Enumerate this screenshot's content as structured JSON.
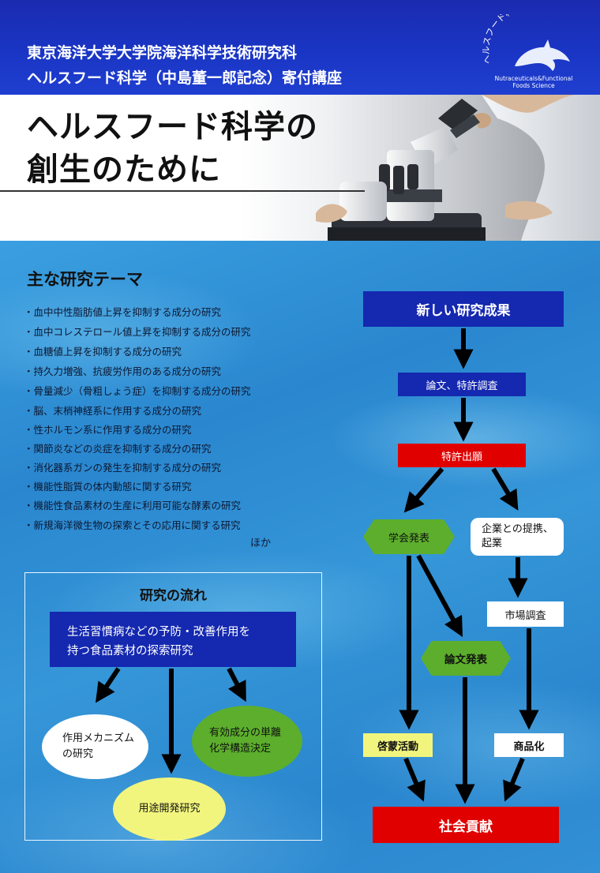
{
  "header": {
    "line1": "東京海洋大学大学院海洋科学技術研究科",
    "line2": "ヘルスフード科学（中島董一郎記念）寄付講座"
  },
  "logo": {
    "arc_text": "ヘルスフード科学講座",
    "en_line1": "Nutraceuticals&Functional",
    "en_line2": "Foods Science",
    "icon": "dolphin-icon"
  },
  "title": {
    "line1": "ヘルスフード科学の",
    "line2": "創生のために"
  },
  "themes": {
    "heading": "主な研究テーマ",
    "items": [
      "・血中中性脂肪値上昇を抑制する成分の研究",
      "・血中コレステロール値上昇を抑制する成分の研究",
      "・血糖値上昇を抑制する成分の研究",
      "・持久力増強、抗疲労作用のある成分の研究",
      "・骨量減少（骨粗しょう症）を抑制する成分の研究",
      "・脳、末梢神経系に作用する成分の研究",
      "・性ホルモン系に作用する成分の研究",
      "・関節炎などの炎症を抑制する成分の研究",
      "・消化器系ガンの発生を抑制する成分の研究",
      "・機能性脂質の体内動態に関する研究",
      "・機能性食品素材の生産に利用可能な酵素の研究",
      "・新規海洋微生物の探索とその応用に関する研究"
    ],
    "etc": "ほか"
  },
  "flow": {
    "heading": "研究の流れ",
    "main_line1": "生活習慣病などの予防・改善作用を",
    "main_line2": "持つ食品素材の探索研究",
    "mechanism_line1": "作用メカニズム",
    "mechanism_line2": "の研究",
    "isolation_line1": "有効成分の単離",
    "isolation_line2": "化学構造決定",
    "application": "用途開発研究"
  },
  "chart": {
    "new_results": "新しい研究成果",
    "papers_patent": "論文、特許調査",
    "patent_filing": "特許出願",
    "conference": "学会発表",
    "industry_line1": "企業との提携、",
    "industry_line2": "起業",
    "market": "市場調査",
    "paper_pub": "論文発表",
    "outreach": "啓蒙活動",
    "product": "商品化",
    "society": "社会貢献"
  },
  "colors": {
    "navy": "#1428b0",
    "red": "#e00000",
    "green": "#5cae2c",
    "yellow": "#f2f57d",
    "water": "#2a87cf"
  }
}
